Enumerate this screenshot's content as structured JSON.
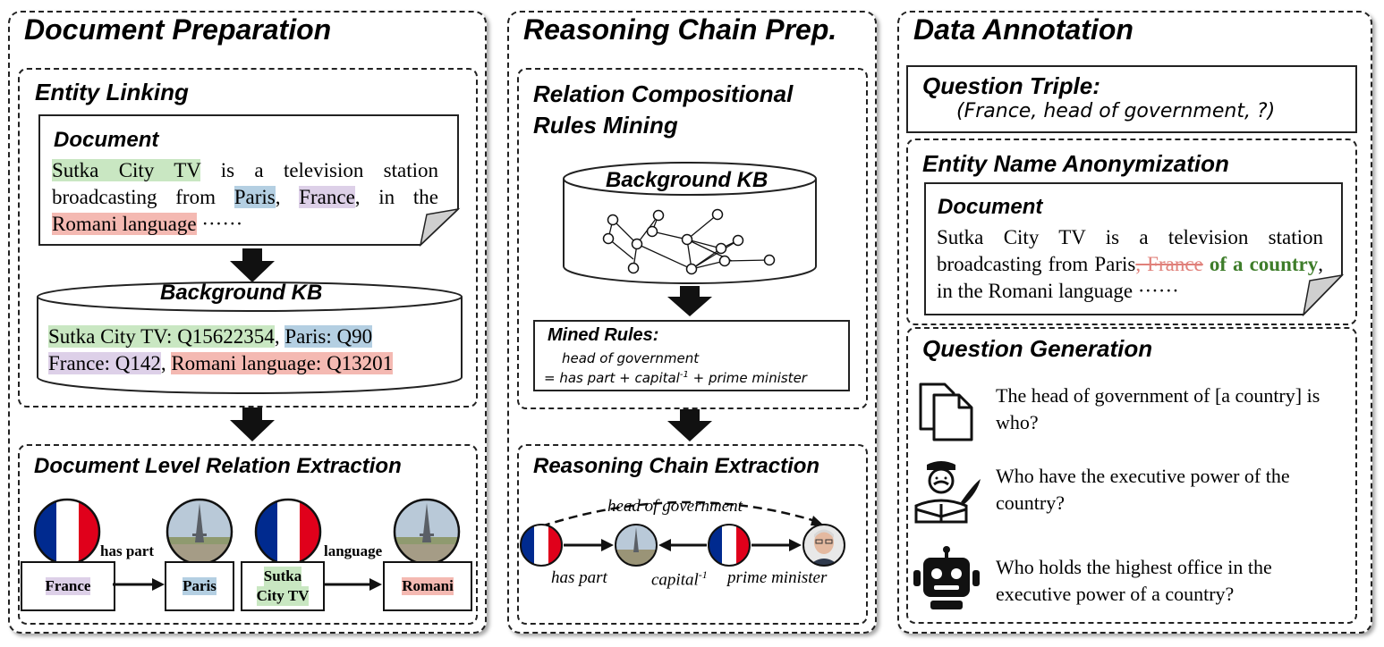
{
  "panels": {
    "doc_prep": {
      "title": "Document Preparation",
      "entity_linking": {
        "title": "Entity Linking",
        "document": {
          "title": "Document",
          "e1": "Sutka City TV",
          "t1": " is a television station broadcasting from ",
          "e2": "Paris",
          "t2": ", ",
          "e3": "France",
          "t3": ", in the ",
          "e4": "Romani language",
          "t4": " ······"
        },
        "kb": {
          "title": "Background KB",
          "k1": "Sutka City TV: Q15622354",
          "sep1": ", ",
          "k2": "Paris:  Q90",
          "k3": "France: Q142",
          "sep2": ", ",
          "k4": "Romani language: Q13201"
        }
      },
      "relation_extraction": {
        "title": "Document Level Relation Extraction",
        "rel1": "has part",
        "rel2": "language",
        "box1": "France",
        "box2": "Paris",
        "box3_line1": "Sutka",
        "box3_line2": "City TV",
        "box4": "Romani"
      }
    },
    "reasoning": {
      "title": "Reasoning Chain Prep.",
      "rules_mining": {
        "title_line1": "Relation Compositional",
        "title_line2": "Rules Mining",
        "kb_title": "Background KB"
      },
      "mined_rules": {
        "title": "Mined Rules:",
        "line1": "head of government",
        "line2_a": "=  has part  +  capital",
        "line2_sup": "-1",
        "line2_b": " + prime minister"
      },
      "chain": {
        "title": "Reasoning Chain Extraction",
        "top": "head of government",
        "l1": "has part",
        "l2_a": "capital",
        "l2_sup": "-1",
        "l3": "prime minister"
      }
    },
    "annotation": {
      "title": "Data Annotation",
      "triple": {
        "title": "Question Triple:",
        "value": "(France, head of government, ?)"
      },
      "anonymization": {
        "title": "Entity Name Anonymization",
        "doc_title": "Document",
        "t1": "Sutka City TV is a television station broadcasting from Paris",
        "struck": ", France",
        "t2": " ",
        "repl": "of a country",
        "t3": ", in the Romani language ······"
      },
      "generation": {
        "title": "Question Generation",
        "q1": "The head of government of [a country] is who?",
        "q2": "Who have the executive power of the country?",
        "q3": "Who holds the highest office in the executive power of a country?",
        "icons": [
          "documents-icon",
          "writer-icon",
          "robot-icon"
        ]
      }
    }
  },
  "colors": {
    "green": "#c9e7c2",
    "blue": "#b4cfe2",
    "purple": "#ddd0e8",
    "red": "#f4b9b2",
    "flag_blue": "#002a8f",
    "flag_red": "#e0001b"
  }
}
